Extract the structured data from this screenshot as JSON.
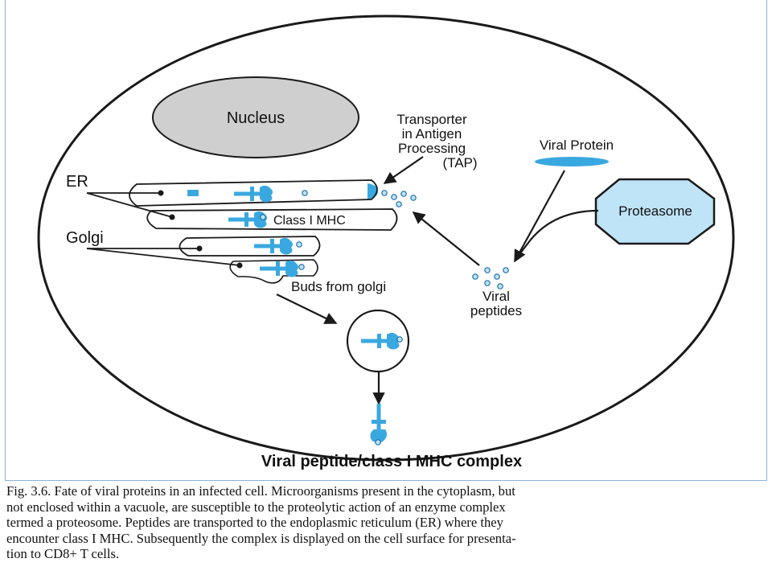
{
  "diagram": {
    "title": "Viral peptide/class I MHC complex",
    "labels": {
      "nucleus": "Nucleus",
      "tap_line1": "Transporter",
      "tap_line2": "in Antigen",
      "tap_line3": "Processing",
      "tap_line4": "(TAP)",
      "viral_protein": "Viral Protein",
      "proteasome": "Proteasome",
      "er": "ER",
      "golgi": "Golgi",
      "class_i_mhc": "Class I MHC",
      "buds_from_golgi": "Buds from golgi",
      "viral_peptides_line1": "Viral",
      "viral_peptides_line2": "peptides"
    },
    "colors": {
      "mhc_blue": "#3aa8e0",
      "nucleus_fill": "#cfcfcf",
      "proteasome_fill": "#bfe3f7",
      "outline": "#1a1a1a",
      "frame": "#8ab4d6"
    }
  },
  "caption": {
    "line1": "Fig. 3.6. Fate of viral proteins in an infected cell. Microorganisms present in the cytoplasm, but",
    "line2": "not enclosed within a vacuole, are susceptible to the proteolytic action of an enzyme complex",
    "line3": "termed a proteosome. Peptides are transported to the endoplasmic reticulum (ER) where they",
    "line4": "encounter class I MHC. Subsequently the complex is displayed on the cell surface for presenta-",
    "line5": "tion to CD8+ T cells."
  }
}
